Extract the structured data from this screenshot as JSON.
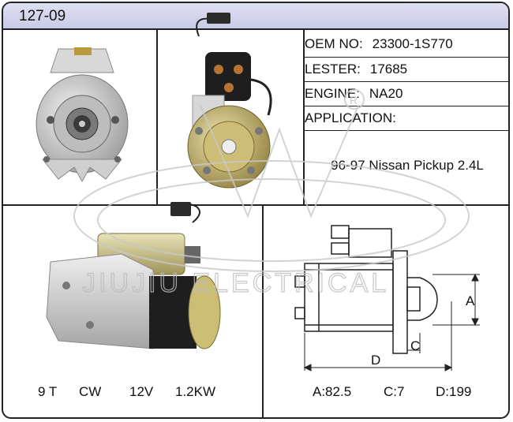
{
  "header": {
    "code": "127-09"
  },
  "specs": {
    "oem": {
      "label": "OEM NO:",
      "value": "23300-1S770"
    },
    "lester": {
      "label": "LESTER:",
      "value": "17685"
    },
    "engine": {
      "label": "ENGINE:",
      "value": "NA20"
    },
    "application": {
      "label": "APPLICATION:"
    }
  },
  "application_text": "96-97 Nissan Pickup 2.4L",
  "watermark": "JIUJIU ELECTRICAL",
  "watermark_mark": "R",
  "electrical": {
    "teeth": "9 T",
    "rotation": "CW",
    "voltage": "12V",
    "power": "1.2KW"
  },
  "diagram": {
    "label_a": "A",
    "label_c": "C",
    "label_d": "D"
  },
  "dimensions": {
    "a": "A:82.5",
    "c": "C:7",
    "d": "D:199"
  },
  "colors": {
    "header_bg": "#d4d6ec",
    "border": "#222222",
    "metal": "#c9c9c9",
    "body_dark": "#2a2a2a",
    "brass": "#c8b86a"
  }
}
